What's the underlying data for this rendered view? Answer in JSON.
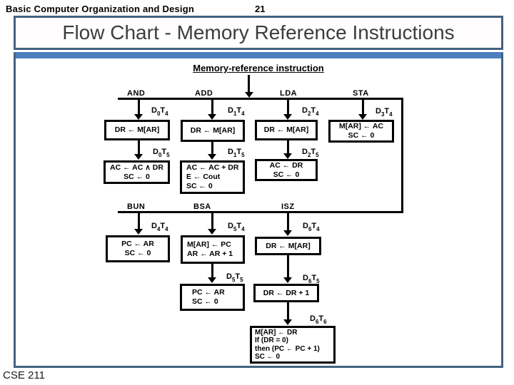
{
  "header": {
    "course_title": "Basic Computer Organization and Design",
    "page_number": "21"
  },
  "slide_title": "Flow Chart - Memory Reference Instructions",
  "footer_label": "CSE 211",
  "colors": {
    "accent_bar": "#4d7ebd",
    "frame_border": "#44627f",
    "flow_ink": "#000000"
  },
  "flowchart": {
    "root_label": "Memory-reference instruction",
    "level1": {
      "branches": [
        "AND",
        "ADD",
        "LDA",
        "STA"
      ],
      "row1": [
        {
          "timing": [
            "D",
            "0",
            "T",
            "4"
          ],
          "lines": [
            "DR ← M[AR]"
          ]
        },
        {
          "timing": [
            "D",
            "1",
            "T",
            "4"
          ],
          "lines": [
            "DR ← M[AR]"
          ]
        },
        {
          "timing": [
            "D",
            "2",
            "T",
            "4"
          ],
          "lines": [
            "DR ← M[AR]"
          ]
        },
        {
          "timing": [
            "D",
            "3",
            "T",
            "4"
          ],
          "lines": [
            "M[AR] ← AC",
            "SC ← 0"
          ]
        }
      ],
      "row2": [
        {
          "timing": [
            "D",
            "0",
            "T",
            "5"
          ],
          "lines": [
            "AC ← AC ∧ DR",
            "SC ← 0"
          ]
        },
        {
          "timing": [
            "D",
            "1",
            "T",
            "5"
          ],
          "lines": [
            "AC ← AC + DR",
            "E ← Cout",
            "SC ← 0"
          ]
        },
        {
          "timing": [
            "D",
            "2",
            "T",
            "5"
          ],
          "lines": [
            "AC ← DR",
            "SC ← 0"
          ]
        }
      ]
    },
    "level2": {
      "branches": [
        "BUN",
        "BSA",
        "ISZ"
      ],
      "row1": [
        {
          "timing": [
            "D",
            "4",
            "T",
            "4"
          ],
          "lines": [
            "PC ← AR",
            "SC ← 0"
          ]
        },
        {
          "timing": [
            "D",
            "5",
            "T",
            "4"
          ],
          "lines": [
            "M[AR] ← PC",
            "AR ← AR + 1"
          ]
        },
        {
          "timing": [
            "D",
            "6",
            "T",
            "4"
          ],
          "lines": [
            "DR ← M[AR]"
          ]
        }
      ],
      "row2": [
        {
          "timing": [
            "D",
            "5",
            "T",
            "5"
          ],
          "lines": [
            "PC ← AR",
            "SC ← 0"
          ]
        },
        {
          "timing": [
            "D",
            "6",
            "T",
            "5"
          ],
          "lines": [
            "DR ← DR + 1"
          ]
        }
      ],
      "row3": [
        {
          "timing": [
            "D",
            "6",
            "T",
            "6"
          ],
          "lines": [
            "M[AR] ← DR",
            "If (DR = 0)",
            "then (PC ← PC + 1)",
            "SC ← 0"
          ]
        }
      ]
    }
  }
}
